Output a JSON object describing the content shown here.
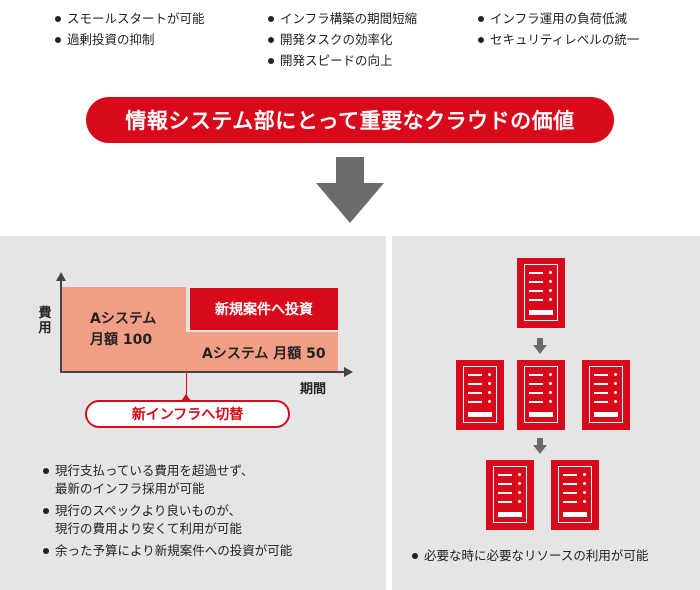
{
  "top_bullets": {
    "col1": [
      "スモールスタートが可能",
      "過剰投資の抑制"
    ],
    "col2": [
      "インフラ構築の期間短縮",
      "開発タスクの効率化",
      "開発スピードの向上"
    ],
    "col3": [
      "インフラ運用の負荷低減",
      "セキュリティレベルの統一"
    ]
  },
  "banner": "情報システム部にとって重要なクラウドの価値",
  "chart": {
    "ylabel": "費用",
    "xlabel": "期間",
    "bar_a_line1": "Aシステム",
    "bar_a_line2": "月額 100",
    "bar_a_reduced": "Aシステム 月額 50",
    "bar_new": "新規案件へ投資",
    "switch_label": "新インフラへ切替"
  },
  "chart_data": {
    "type": "area",
    "ylabel": "費用",
    "xlabel": "期間",
    "segments": [
      {
        "label": "Aシステム 月額 100",
        "value": 100
      },
      {
        "label": "Aシステム 月額 50",
        "value": 50
      },
      {
        "label": "新規案件へ投資",
        "value": 50
      }
    ],
    "annotation": "新インフラへ切替"
  },
  "left_bullets": [
    {
      "line1": "現行支払っている費用を超過せず、",
      "line2": "最新のインフラ採用が可能"
    },
    {
      "line1": "現行のスペックより良いものが、",
      "line2": "現行の費用より安くて利用が可能"
    },
    {
      "line1": "余った予算により新規案件への投資が可能",
      "line2": ""
    }
  ],
  "right_bullet": "必要な時に必要なリソースの利用が可能",
  "colors": {
    "accent": "#d7091b",
    "salmon": "#f09e86",
    "panel": "#e5e5e5",
    "arrow": "#6b6b6b"
  }
}
